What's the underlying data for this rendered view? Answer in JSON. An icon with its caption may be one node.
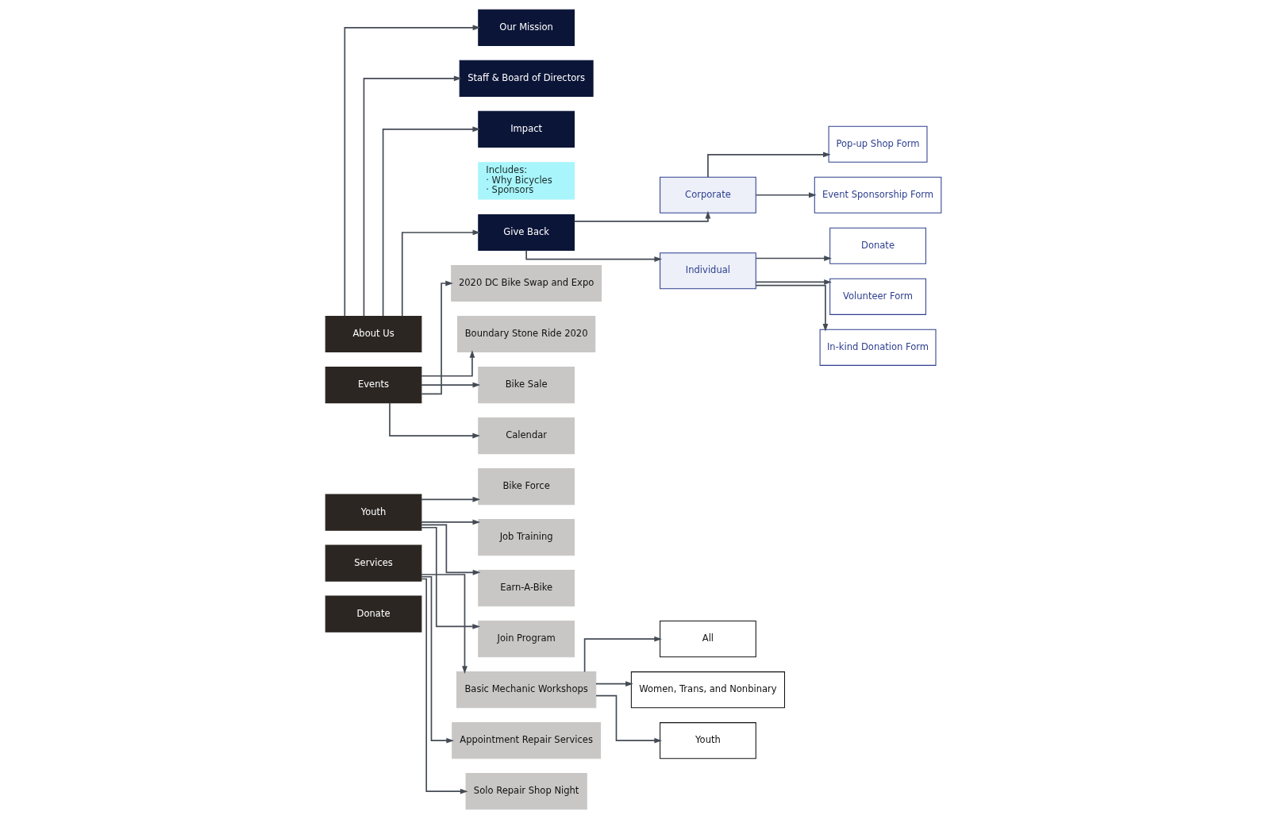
{
  "diagram": {
    "nodes": [
      {
        "text": [
          "About Us"
        ]
      },
      {
        "text": [
          "Our Mission"
        ]
      },
      {
        "text": [
          "Staff & Board of Directors"
        ]
      },
      {
        "text": [
          "Impact"
        ]
      },
      {
        "text": [
          "Includes:",
          "· Why Bicycles",
          "· Sponsors"
        ]
      },
      {
        "text": [
          "Give Back"
        ]
      },
      {
        "text": [
          "Corporate"
        ]
      },
      {
        "text": [
          "Pop-up Shop Form"
        ]
      },
      {
        "text": [
          "Event Sponsorship Form"
        ]
      },
      {
        "text": [
          "Individual"
        ]
      },
      {
        "text": [
          "Donate"
        ]
      },
      {
        "text": [
          "Volunteer Form"
        ]
      },
      {
        "text": [
          "In-kind Donation Form"
        ]
      },
      {
        "text": [
          "Events"
        ]
      },
      {
        "text": [
          "2020 DC Bike Swap and Expo"
        ]
      },
      {
        "text": [
          "Boundary Stone Ride 2020"
        ]
      },
      {
        "text": [
          "Bike Sale"
        ]
      },
      {
        "text": [
          "Calendar"
        ]
      },
      {
        "text": [
          "Youth"
        ]
      },
      {
        "text": [
          "Bike Force"
        ]
      },
      {
        "text": [
          "Job Training"
        ]
      },
      {
        "text": [
          "Earn-A-Bike"
        ]
      },
      {
        "text": [
          "Join Program"
        ]
      },
      {
        "text": [
          "Services"
        ]
      },
      {
        "text": [
          "Basic Mechanic Workshops"
        ]
      },
      {
        "text": [
          "All"
        ]
      },
      {
        "text": [
          "Women, Trans, and Nonbinary"
        ]
      },
      {
        "text": [
          "Youth"
        ]
      },
      {
        "text": [
          "Appointment Repair Services"
        ]
      },
      {
        "text": [
          "Solo Repair Shop Night"
        ]
      },
      {
        "text": [
          "Donate"
        ]
      }
    ],
    "edges": [
      {
        "from": 0,
        "to": 1,
        "arrow": "to"
      },
      {
        "from": 0,
        "to": 2,
        "arrow": "to"
      },
      {
        "from": 0,
        "to": 3,
        "arrow": "to"
      },
      {
        "from": 0,
        "to": 5,
        "arrow": "to"
      },
      {
        "from": 5,
        "to": 6,
        "arrow": "to"
      },
      {
        "from": 6,
        "to": 7,
        "arrow": "to"
      },
      {
        "from": 6,
        "to": 8,
        "arrow": "to"
      },
      {
        "from": 5,
        "to": 9,
        "arrow": "to"
      },
      {
        "from": 9,
        "to": 10,
        "arrow": "to"
      },
      {
        "from": 9,
        "to": 11,
        "arrow": "to"
      },
      {
        "from": 9,
        "to": 12,
        "arrow": "to"
      },
      {
        "from": 13,
        "to": 14,
        "arrow": "to"
      },
      {
        "from": 13,
        "to": 15,
        "arrow": "to"
      },
      {
        "from": 13,
        "to": 16,
        "arrow": "to"
      },
      {
        "from": 13,
        "to": 17,
        "arrow": "to"
      },
      {
        "from": 18,
        "to": 19,
        "arrow": "to"
      },
      {
        "from": 18,
        "to": 20,
        "arrow": "to"
      },
      {
        "from": 18,
        "to": 21,
        "arrow": "to"
      },
      {
        "from": 18,
        "to": 22,
        "arrow": "to"
      },
      {
        "from": 23,
        "to": 24,
        "arrow": "to"
      },
      {
        "from": 24,
        "to": 25,
        "arrow": "to"
      },
      {
        "from": 24,
        "to": 26,
        "arrow": "to"
      },
      {
        "from": 24,
        "to": 27,
        "arrow": "to"
      },
      {
        "from": 23,
        "to": 28,
        "arrow": "to"
      },
      {
        "from": 23,
        "to": 29,
        "arrow": "to"
      }
    ]
  }
}
